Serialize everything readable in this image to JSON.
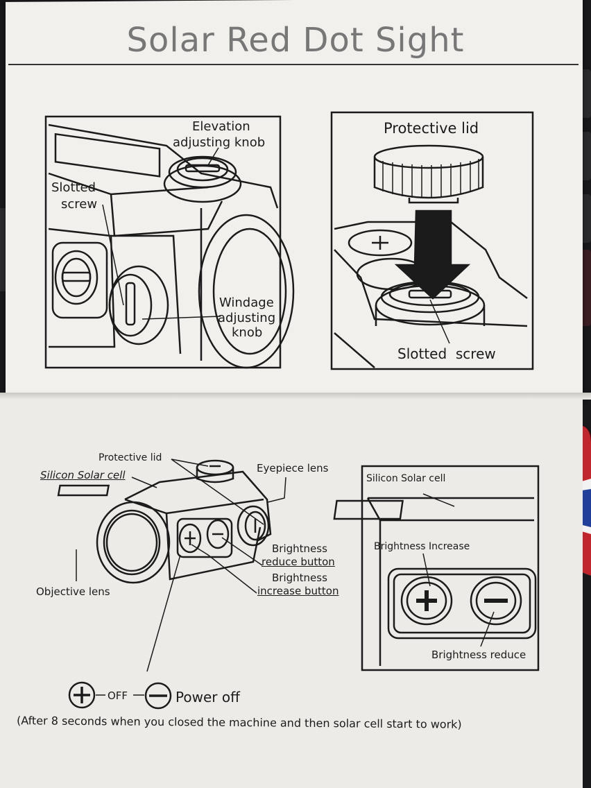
{
  "title": "Solar Red Dot Sight",
  "panel_top_left": {
    "elevation_line1": "Elevation",
    "elevation_line2": "adjusting knob",
    "slotted_line1": "Slotted",
    "slotted_line2": "screw",
    "windage_line1": "Windage",
    "windage_line2": "adjusting",
    "windage_line3": "knob"
  },
  "panel_top_right": {
    "protective_lid": "Protective lid",
    "slotted_screw": "Slotted  screw"
  },
  "diagram_bottom": {
    "protective_lid": "Protective lid",
    "eyepiece_lens": "Eyepiece lens",
    "silicon_solar_cell": "Silicon Solar cell",
    "brightness_reduce_line1": "Brightness",
    "brightness_reduce_line2": "reduce button",
    "brightness_increase_line1": "Brightness",
    "brightness_increase_line2": "increase button",
    "objective_lens": "Objective lens"
  },
  "panel_bottom_right": {
    "silicon_solar_cell": "Silicon Solar cell",
    "brightness_increase": "Brightness Increase",
    "brightness_reduce": "Brightness reduce"
  },
  "power": {
    "off_label": "OFF",
    "power_off_label": "Power off"
  },
  "footnote": "(After 8 seconds when you closed  the machine and then solar cell start to work)",
  "colors": {
    "paper": "#f1f0ec",
    "ink": "#1b1b1b",
    "title_gray": "#777777",
    "background": "#1a1a1c"
  }
}
